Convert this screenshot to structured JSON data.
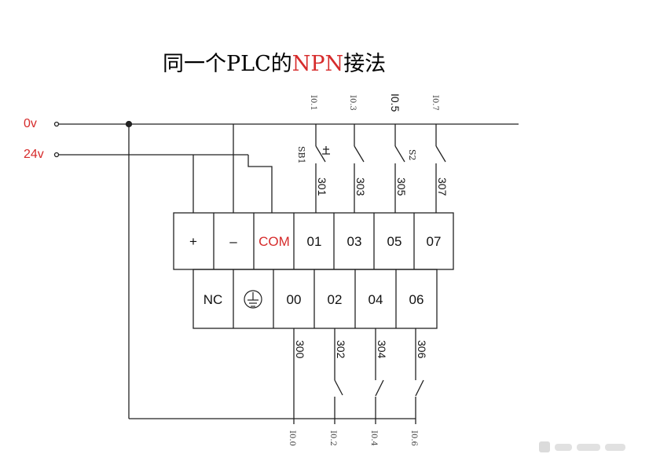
{
  "title": {
    "part1": "同一个PLC的",
    "part2": "NPN",
    "part3": "接法",
    "accent_color": "#d62b2b"
  },
  "supply": {
    "zero_v": "0v",
    "v24": "24v"
  },
  "top_row": [
    "+",
    "–",
    "COM",
    "01",
    "03",
    "05",
    "07"
  ],
  "bottom_row": [
    "NC",
    "ground-symbol",
    "00",
    "02",
    "04",
    "06"
  ],
  "top_wires": [
    "301",
    "303",
    "305",
    "307"
  ],
  "bottom_wires": [
    "300",
    "302",
    "304",
    "306"
  ],
  "top_addresses": [
    "I0.1",
    "I0.3",
    "I0.5",
    "I0.7"
  ],
  "bottom_addresses": [
    "I0.0",
    "I0.2",
    "I0.4",
    "I0.6"
  ],
  "switch_labels": [
    "SB1",
    "S2"
  ]
}
